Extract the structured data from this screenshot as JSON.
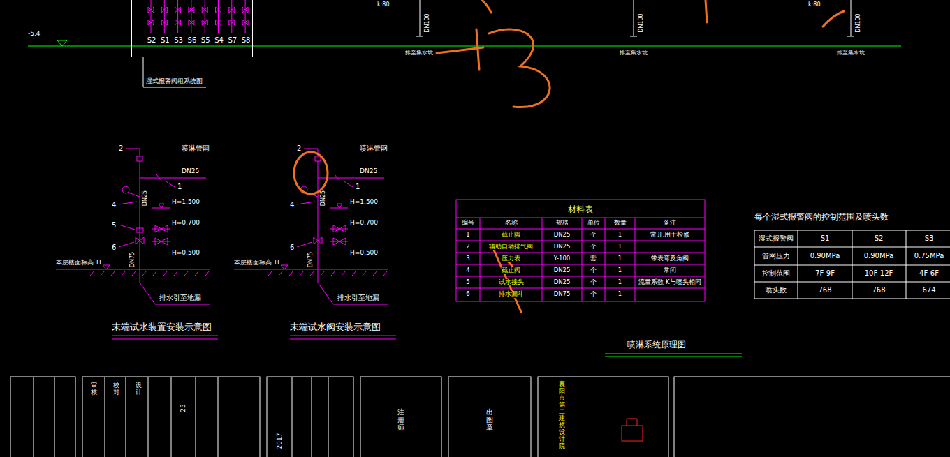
{
  "diagram": {
    "title": "喷淋系统原理图",
    "nodes": [
      {
        "text": [
          "S2",
          "S1",
          "S3",
          "S6",
          "S5",
          "S4",
          "S7",
          "S8"
        ]
      },
      {
        "text": [
          "材料表"
        ]
      },
      {
        "text": [
          "每个湿式报警阀的控制范围及喷头数"
        ]
      }
    ],
    "labels": [
      "-5.4",
      "湿式报警阀组系统图",
      "k:80",
      "k:80",
      "DN100",
      "DN100",
      "DN100",
      "排至集水坑",
      "排至集水坑",
      "排至集水坑",
      "2",
      "喷淋管网",
      "DN25",
      "1",
      "DN25",
      "H=1.500",
      "4",
      "H=0.700",
      "5",
      "6",
      "H=0.500",
      "本层楼面标高",
      "H",
      "DN75",
      "排水引至地漏",
      "末端试水装置安装示意图",
      "2",
      "喷淋管网",
      "DN25",
      "1",
      "DN25",
      "H=1.500",
      "4",
      "H=0.700",
      "6",
      "H=0.500",
      "本层楼面标高",
      "H",
      "DN75",
      "排水引至地漏",
      "末端试水阀安装示意图",
      "审核",
      "校对",
      "设计",
      "25",
      "2017",
      "注册师",
      "出图章",
      "襄阳市第二建筑设计院",
      "编号",
      "名称",
      "规格",
      "单位",
      "数量",
      "备注",
      "1",
      "截止阀",
      "DN25",
      "个",
      "1",
      "常开,用于检修",
      "2",
      "辅助自动排气阀",
      "DN25",
      "个",
      "1",
      "3",
      "压力表",
      "Y-100",
      "套",
      "1",
      "带表弯及角阀",
      "4",
      "截止阀",
      "DN25",
      "个",
      "1",
      "常闭",
      "5",
      "试水接头",
      "DN25",
      "个",
      "1",
      "流量系数 K与喷头相同",
      "6",
      "排水漏斗",
      "DN75",
      "个",
      "1",
      "湿式报警阀",
      "S1",
      "S2",
      "S3",
      "管网压力",
      "0.90MPa",
      "0.90MPa",
      "0.75MPa",
      "控制范围",
      "7F-9F",
      "10F-12F",
      "4F-6F",
      "喷头数",
      "768",
      "768",
      "674"
    ]
  }
}
